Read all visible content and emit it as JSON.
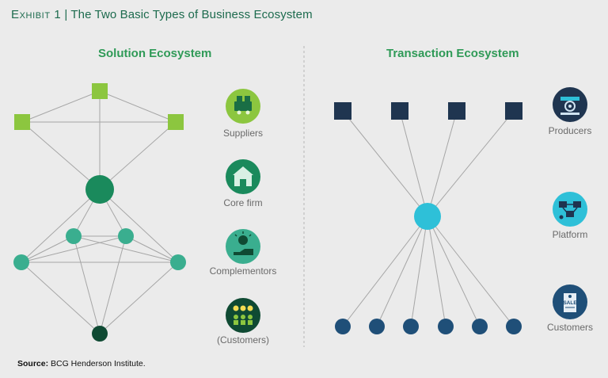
{
  "title": {
    "exhibit": "Exhibit 1",
    "separator": "|",
    "text": "The Two Basic Types of Business Ecosystem"
  },
  "solution": {
    "heading": "Solution Ecosystem",
    "legend": [
      {
        "label": "Suppliers",
        "icon": "suppliers-icon"
      },
      {
        "label": "Core firm",
        "icon": "core-firm-icon"
      },
      {
        "label": "Complementors",
        "icon": "complementors-icon"
      },
      {
        "label": "(Customers)",
        "icon": "customers-icon"
      }
    ]
  },
  "transaction": {
    "heading": "Transaction Ecosystem",
    "legend": [
      {
        "label": "Producers",
        "icon": "producers-icon"
      },
      {
        "label": "Platform",
        "icon": "platform-icon"
      },
      {
        "label": "Customers",
        "icon": "customers-sale-tag-icon"
      }
    ]
  },
  "icons": {
    "sale_tag_text": "SALE"
  },
  "source": {
    "prefix": "Source:",
    "text": "BCG Henderson Institute."
  },
  "colors": {
    "supplier_green": "#8cc63f",
    "core_green": "#1a8a5c",
    "complementor_teal": "#3aae8f",
    "customer_dark": "#0f4a33",
    "producer_navy": "#1f3550",
    "platform_cyan": "#2ec0d8",
    "customer_navy": "#1f4f78",
    "line_gray": "#a6a6a6"
  }
}
